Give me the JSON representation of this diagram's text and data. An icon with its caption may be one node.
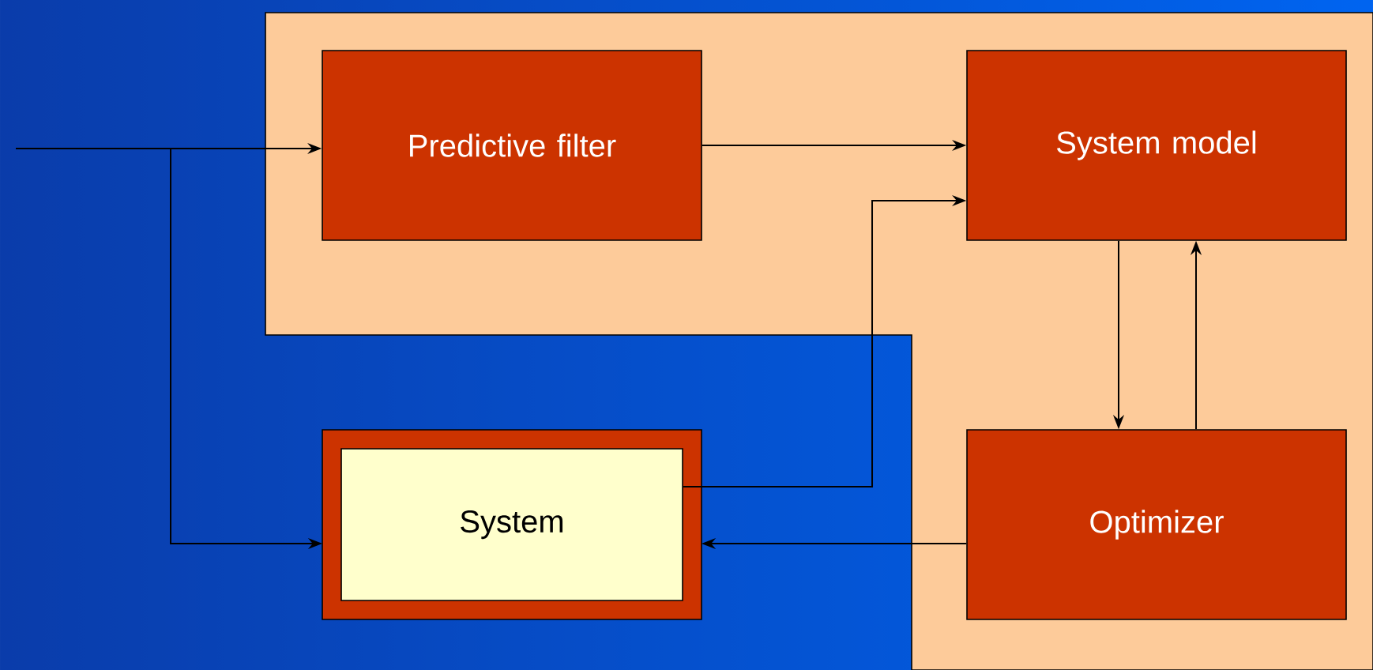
{
  "diagram": {
    "nodes": [
      {
        "text": [
          "Predictive filter"
        ]
      },
      {
        "text": [
          "System model"
        ]
      },
      {
        "text": [
          "System"
        ]
      },
      {
        "text": [
          "Optimizer"
        ]
      }
    ],
    "edges": [
      {
        "from": null,
        "to": 0,
        "arrow": "to"
      },
      {
        "from": null,
        "to": 2,
        "arrow": "to"
      },
      {
        "from": 0,
        "to": 1,
        "arrow": "to"
      },
      {
        "from": 2,
        "to": 1,
        "arrow": "to"
      },
      {
        "from": 1,
        "to": 3,
        "arrow": "to"
      },
      {
        "from": 3,
        "to": 1,
        "arrow": "to"
      },
      {
        "from": 3,
        "to": 2,
        "arrow": "to"
      }
    ]
  }
}
